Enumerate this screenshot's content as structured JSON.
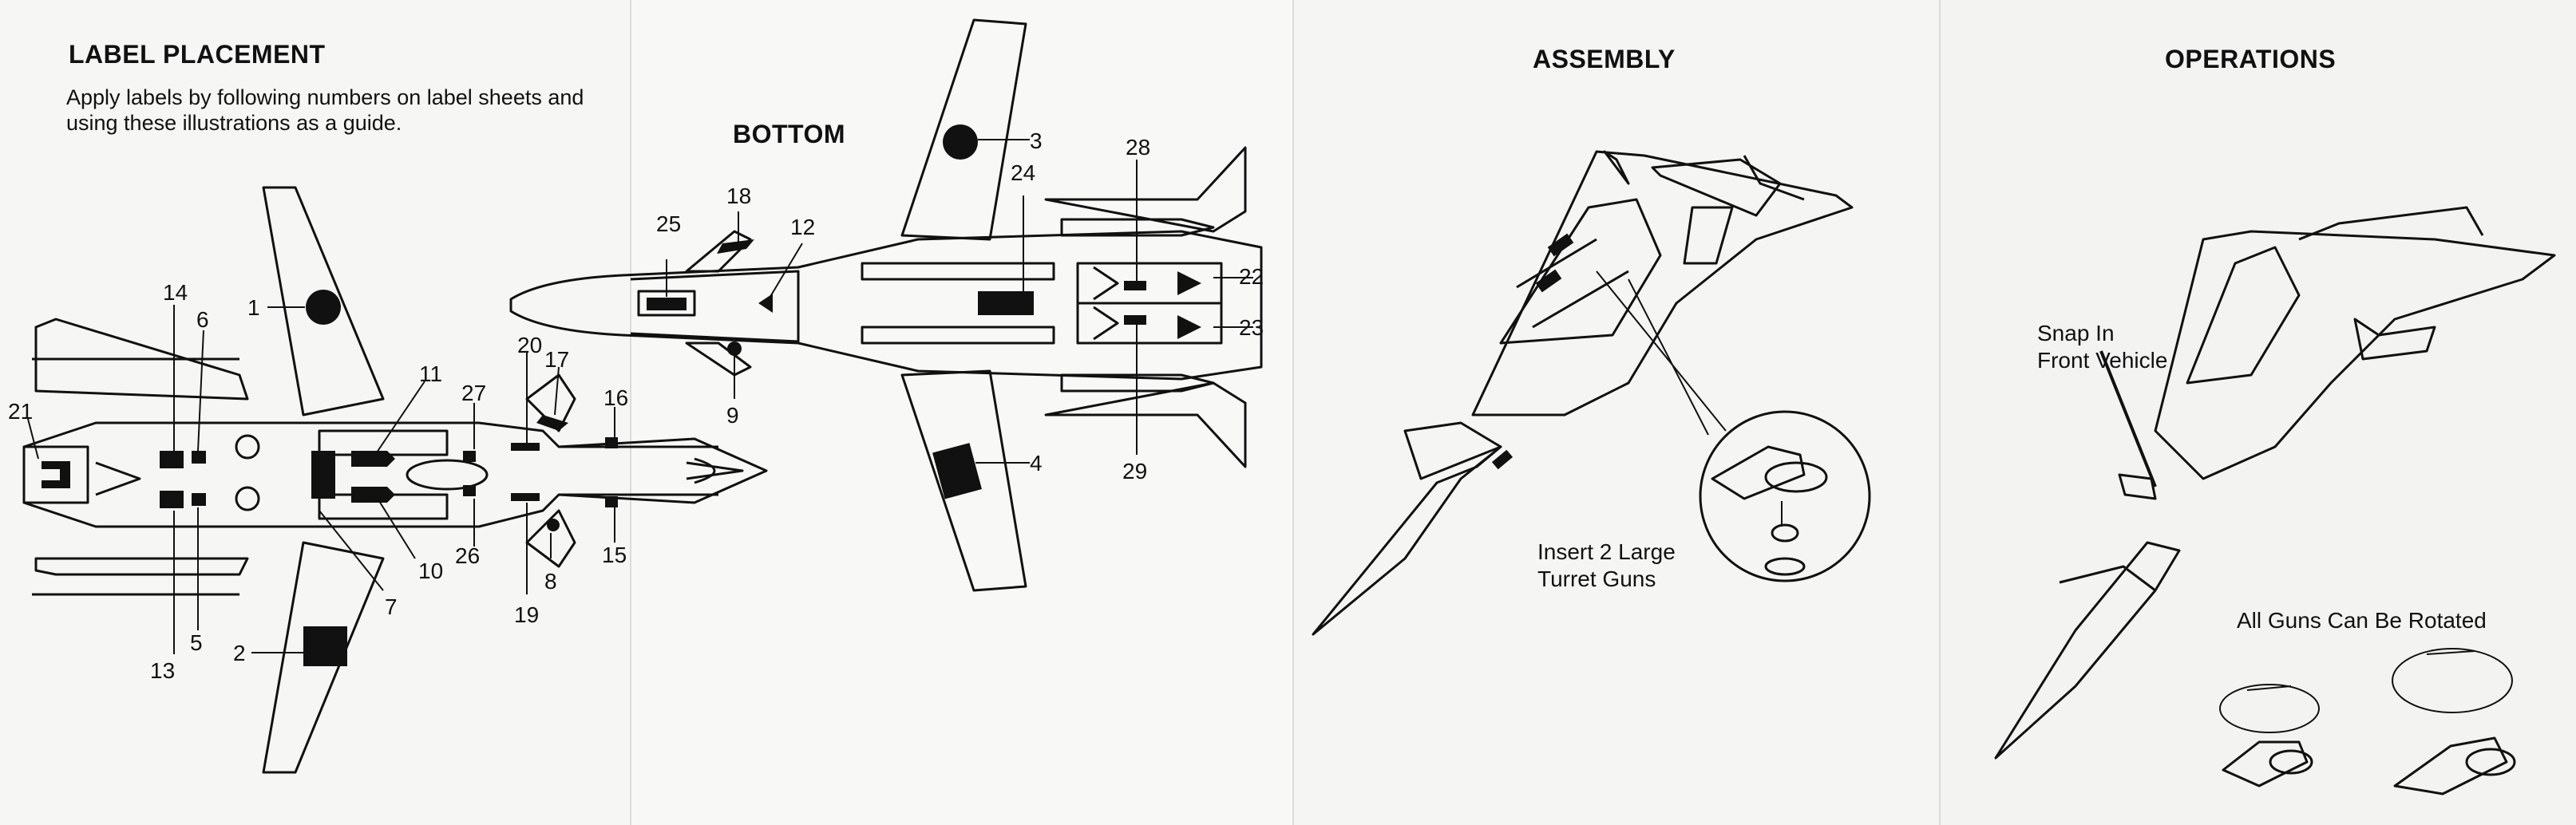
{
  "label_placement": {
    "heading": "LABEL PLACEMENT",
    "instructions_line1": "Apply labels by following numbers on label sheets and",
    "instructions_line2": "using these illustrations as a guide."
  },
  "bottom_view": {
    "heading": "BOTTOM"
  },
  "assembly": {
    "heading": "ASSEMBLY",
    "callout_line1": "Insert 2 Large",
    "callout_line2": "Turret Guns"
  },
  "operations": {
    "heading": "OPERATIONS",
    "snap_line1": "Snap In",
    "snap_line2": "Front Vehicle",
    "rotate_caption": "All Guns Can Be Rotated"
  },
  "label_numbers": {
    "top_view": [
      "1",
      "2",
      "5",
      "6",
      "7",
      "8",
      "10",
      "11",
      "13",
      "14",
      "15",
      "16",
      "17",
      "19",
      "20",
      "21",
      "26",
      "27"
    ],
    "bottom_view": [
      "3",
      "4",
      "9",
      "12",
      "18",
      "22",
      "23",
      "24",
      "25",
      "28",
      "29"
    ]
  },
  "colors": {
    "ink": "#111111",
    "paper": "#f5f5f3",
    "fold_line": "#dcdcd8"
  }
}
